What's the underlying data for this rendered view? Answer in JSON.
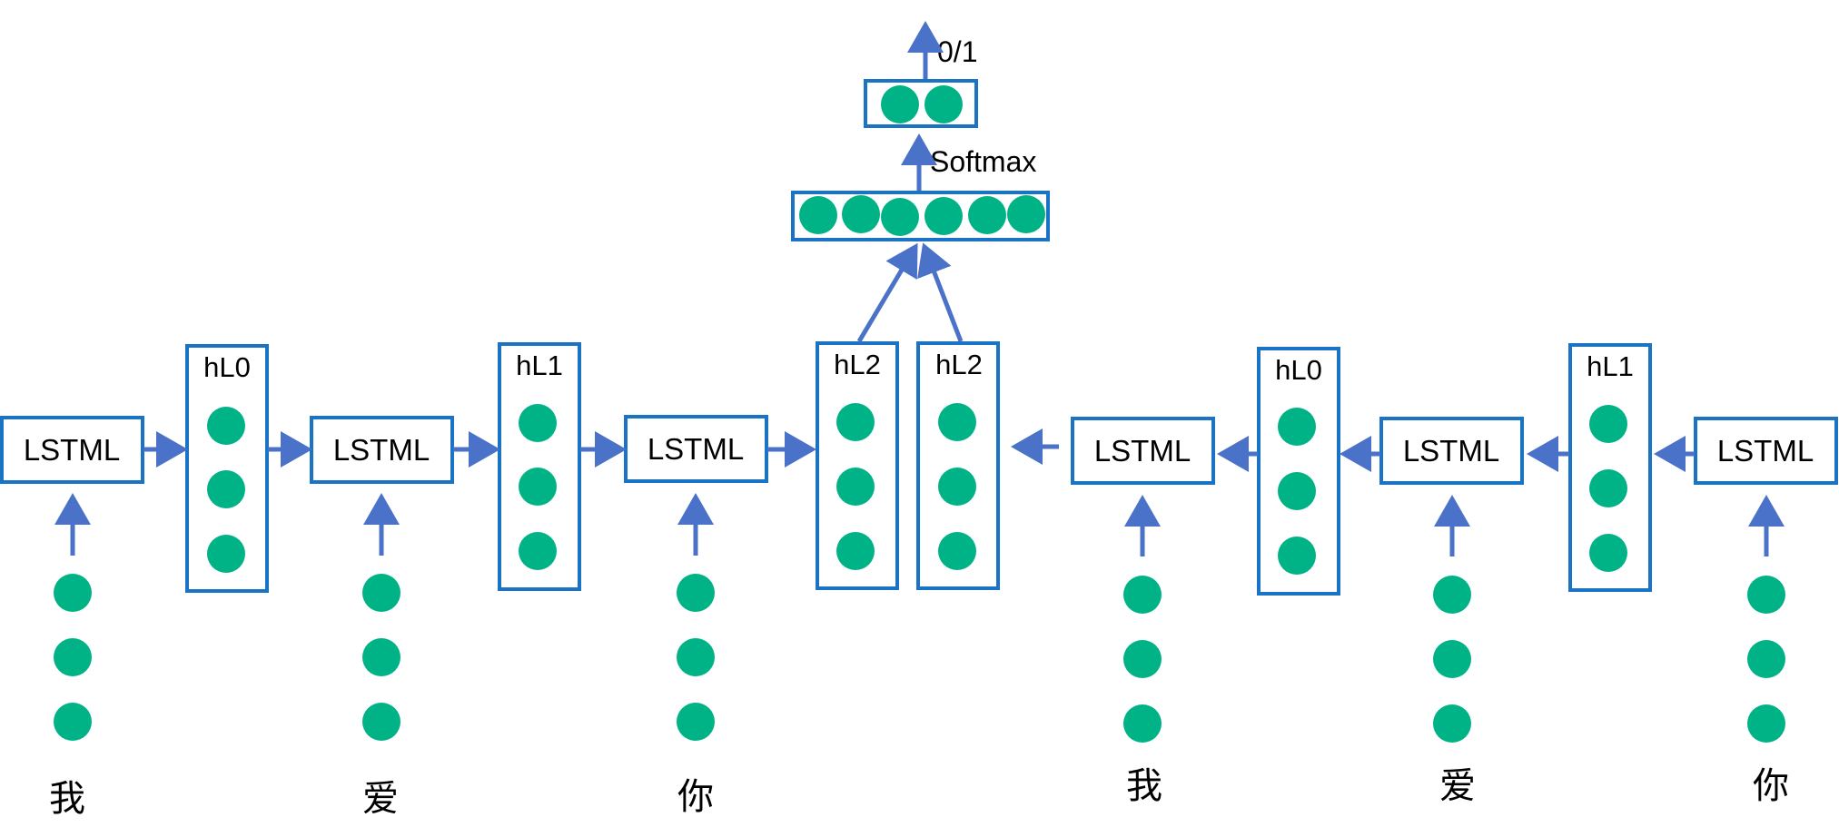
{
  "colors": {
    "box_stroke": "#1a73c4",
    "arrow": "#4a72c8",
    "node": "#00b386",
    "background": "#ffffff"
  },
  "forward_chain": {
    "cells": [
      {
        "label": "LSTML",
        "word": "我"
      },
      {
        "label": "LSTML",
        "word": "爱"
      },
      {
        "label": "LSTML",
        "word": "你"
      }
    ],
    "hidden": [
      "hL0",
      "hL1",
      "hL2"
    ]
  },
  "backward_chain": {
    "hidden": [
      "hL2",
      "hL0",
      "hL1"
    ],
    "cells": [
      {
        "label": "LSTML",
        "word": "我"
      },
      {
        "label": "LSTML",
        "word": "爱"
      },
      {
        "label": "LSTML",
        "word": "你"
      }
    ]
  },
  "top": {
    "softmax_label": "Softmax",
    "output_label": "0/1",
    "concat_node_count": 6,
    "output_node_count": 2
  }
}
